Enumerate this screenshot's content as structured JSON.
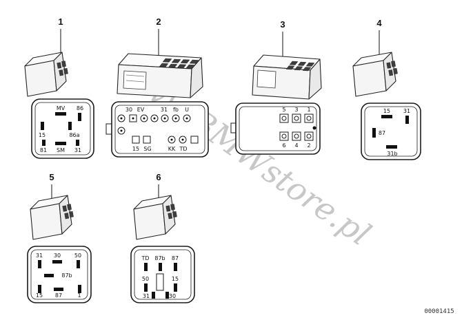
{
  "watermark": "www.BMWstore.pl",
  "watermark_color": "#9a9a9a",
  "doc_number": "00001415",
  "items": [
    {
      "number": "1",
      "labels": [
        "MV",
        "86",
        "15",
        "86a",
        "81",
        "SM",
        "31"
      ]
    },
    {
      "number": "2",
      "labels": [
        "30",
        "EV",
        "31",
        "fb",
        "U",
        "15",
        "SG",
        "KK",
        "TD"
      ]
    },
    {
      "number": "3",
      "labels": [
        "5",
        "3",
        "1",
        "6",
        "4",
        "2"
      ]
    },
    {
      "number": "4",
      "labels": [
        "15",
        "31",
        "87",
        "31b"
      ]
    },
    {
      "number": "5",
      "labels": [
        "31",
        "30",
        "50",
        "87b",
        "15",
        "87",
        "1"
      ]
    },
    {
      "number": "6",
      "labels": [
        "TD",
        "87b",
        "87",
        "50",
        "15",
        "31",
        "30"
      ]
    }
  ]
}
